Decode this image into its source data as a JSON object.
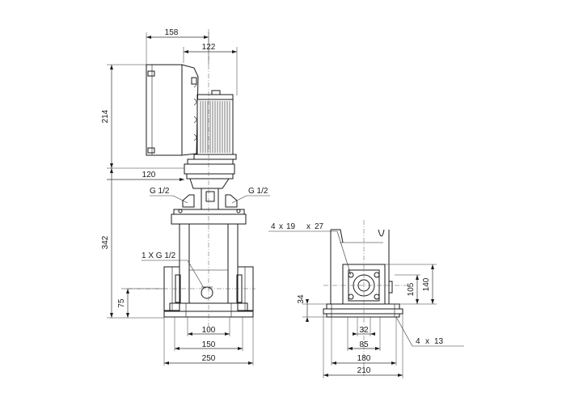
{
  "side_view": {
    "dims": {
      "d158": "158",
      "d122": "122",
      "d214": "214",
      "d120": "120",
      "d342": "342",
      "d75": "75",
      "d100": "100",
      "d150": "150",
      "d250": "250"
    },
    "labels": {
      "g_left": "G 1/2",
      "g_right": "G 1/2",
      "drain": "1 X G 1/2"
    }
  },
  "base_view": {
    "dims": {
      "d105": "105",
      "d140": "140",
      "d34": "34",
      "d32": "32",
      "d85": "85",
      "d180": "180",
      "d210": "210"
    },
    "labels": {
      "holes_count": "4",
      "holes_x1": "x",
      "holes_a": "19",
      "holes_x2": "x",
      "holes_b": "27",
      "feet_count": "4",
      "feet_x": "x",
      "feet_d": "13"
    }
  }
}
